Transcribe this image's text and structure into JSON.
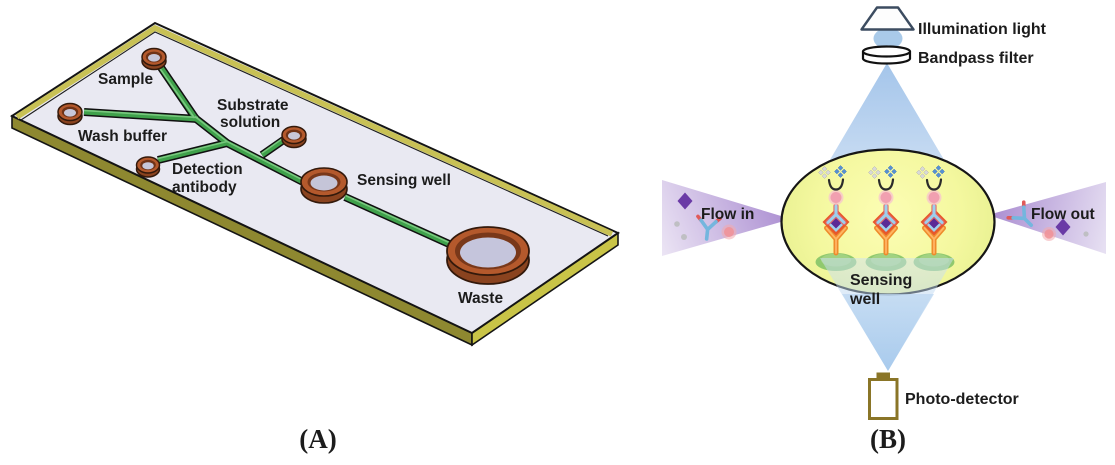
{
  "panel_a": {
    "panel_letter": "(A)",
    "labels": {
      "sample": "Sample",
      "wash_buffer": "Wash buffer",
      "detection_antibody_line1": "Detection",
      "detection_antibody_line2": "antibody",
      "substrate_solution_line1": "Substrate",
      "substrate_solution_line2": "solution",
      "sensing_well": "Sensing well",
      "waste": "Waste"
    },
    "colors": {
      "chip_top": "#e9e9f2",
      "chip_edge_left": "#8e8830",
      "chip_edge_right": "#c9c447",
      "chip_rim": "#c8c155",
      "well_rim_brown": "#b4592c",
      "well_opening_brown": "#79381a",
      "well_floor_lavender": "#c5c5d8",
      "channel_green": "#3fa14b"
    }
  },
  "panel_b": {
    "panel_letter": "(B)",
    "labels": {
      "illumination_light": "Illumination light",
      "bandpass_filter": "Bandpass filter",
      "flow_in": "Flow in",
      "flow_out": "Flow out",
      "sensing_well_line1": "Sensing",
      "sensing_well_line2": "well",
      "photo_detector": "Photo-detector"
    },
    "colors": {
      "light_cone_blue": "#b7d0ee",
      "well_yellow": "#f4f89f",
      "flow_cone_purple": "#a98bd0",
      "analyte_diamond_purple": "#6a3aa6",
      "capture_antibody_orange": "#ee8c2c",
      "detection_antibody_blue": "#9cd0ee",
      "sandwich_outer_red": "#e7582c",
      "sandwich_core_purple": "#5b2a96",
      "bead_green": "#90c96e",
      "enzyme_pink": "#f5b0be",
      "substrate_cluster_gray": "#d9d9d9",
      "substrate_cluster_blue": "#5590d5",
      "detector_outline_brown": "#8a7527"
    }
  }
}
